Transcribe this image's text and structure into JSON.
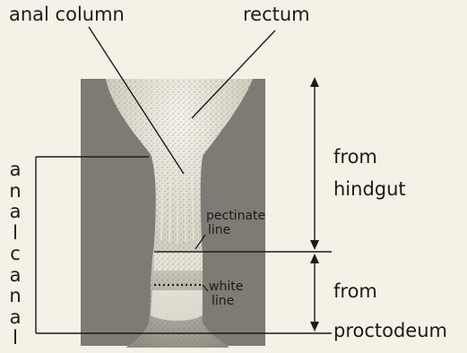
{
  "labels": {
    "anal_column": "anal column",
    "rectum": "rectum",
    "from_hindgut_line1": "from",
    "from_hindgut_line2": "hindgut",
    "pectinate_line1": "pectinate",
    "pectinate_line2": "line",
    "white_line1": "white",
    "white_line2": "line",
    "from_proctodeum_line1": "from",
    "from_proctodeum_line2": "proctodeum",
    "anal_canal_vertical": [
      "a",
      "n",
      "a",
      "l",
      "c",
      "a",
      "n",
      "a",
      "l"
    ]
  },
  "colors": {
    "background": "#f4f1e6",
    "tissue": "#7e7b74",
    "lumen": "#ece8dc",
    "ink": "#1b1b1b"
  }
}
